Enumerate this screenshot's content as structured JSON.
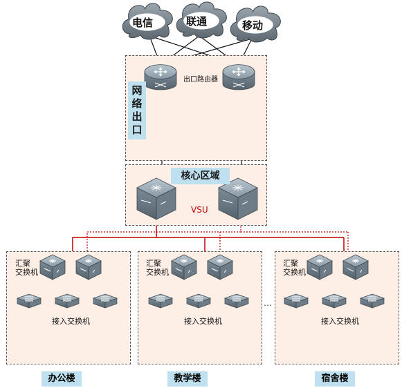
{
  "isps": [
    {
      "label": "电信"
    },
    {
      "label": "联通"
    },
    {
      "label": "移动"
    }
  ],
  "egress": {
    "title": "网络出口",
    "router_label": "出口路由器"
  },
  "core": {
    "title": "核心区域",
    "vsu_label": "VSU"
  },
  "buildings": [
    {
      "name": "办公楼",
      "agg_label": "汇聚\n交换机",
      "access_label": "接入交换机"
    },
    {
      "name": "教学楼",
      "agg_label": "汇聚\n交换机",
      "access_label": "接入交换机"
    },
    {
      "name": "宿舍楼",
      "agg_label": "汇聚\n交换机",
      "access_label": "接入交换机"
    }
  ],
  "ellipsis": "…",
  "colors": {
    "zone_fill": "#fdeee6",
    "label_fill": "#bfe0ee",
    "uplink_red": "#c00000",
    "device_gray": "#8a9aa6"
  },
  "icons": {
    "cloud": "cloud-icon",
    "router": "router-icon",
    "core_switch": "core-switch-icon",
    "agg_switch": "aggregation-switch-icon",
    "access_switch": "access-switch-icon"
  }
}
